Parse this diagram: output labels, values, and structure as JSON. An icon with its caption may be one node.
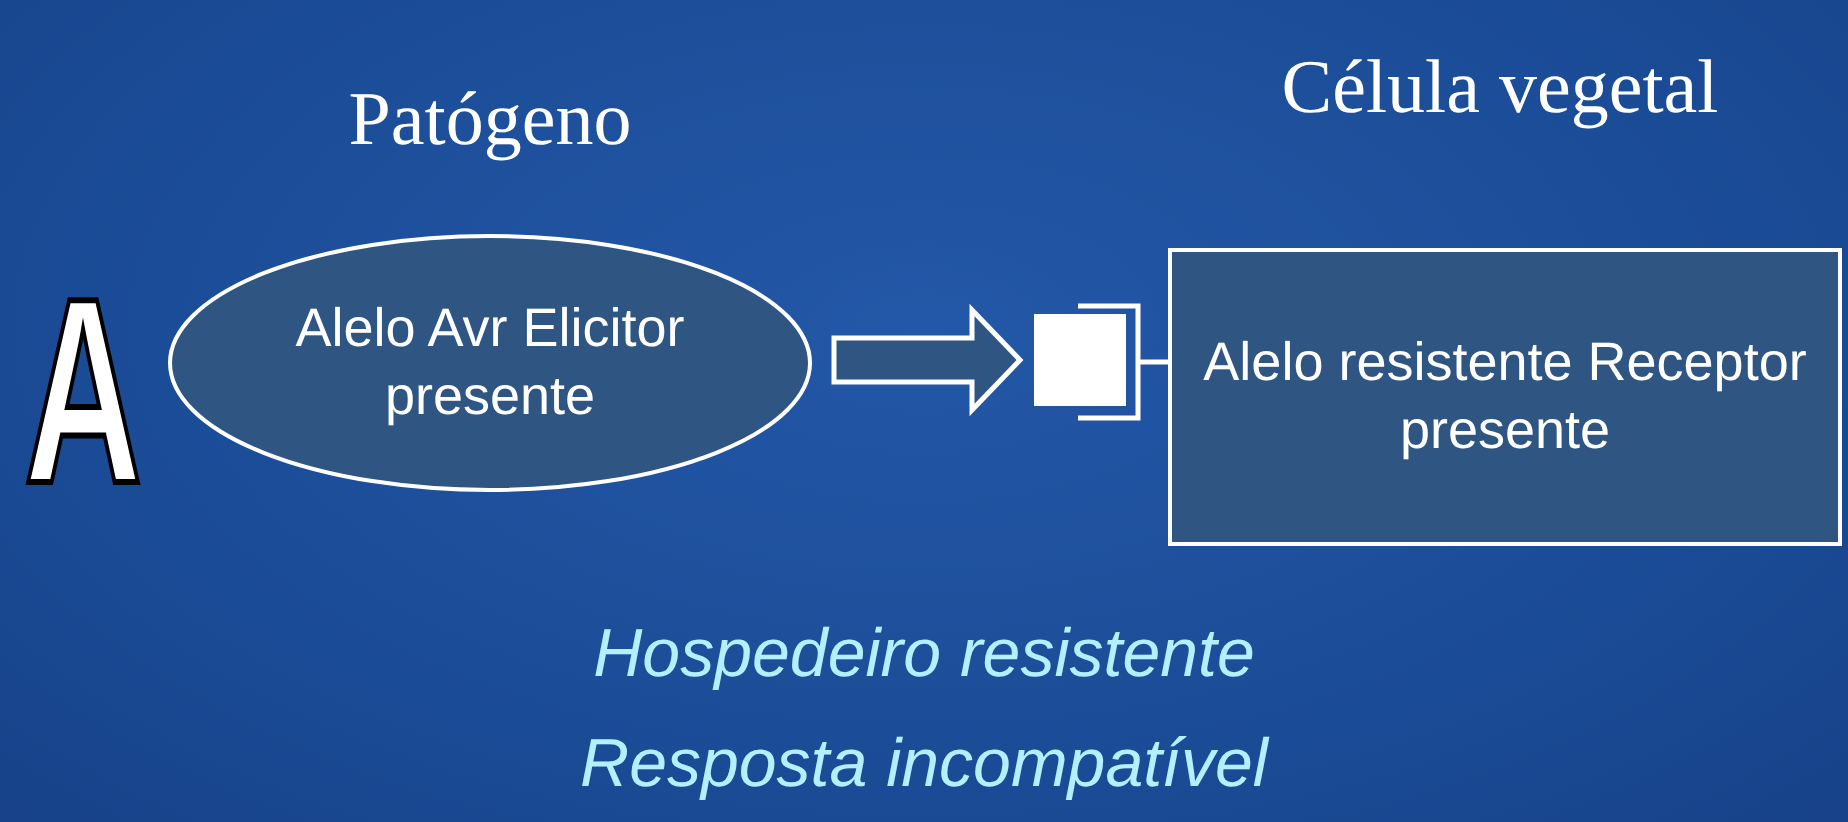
{
  "diagram": {
    "nodes": [
      {
        "text": [
          "Patógeno",
          "Alelo Avr Elicitor presente"
        ]
      },
      {
        "text": [],
        "shape": "box"
      },
      {
        "text": [
          "Célula vegetal",
          "Alelo resistente Receptor presente"
        ]
      },
      {
        "text": [],
        "shape": "bracket"
      }
    ],
    "edges": [
      {
        "from": 0,
        "to": 1,
        "arrow": "to"
      },
      {
        "from": 3,
        "to": 2,
        "arrow": "none"
      }
    ],
    "labels": [
      "A",
      "Hospedeiro resistente",
      "Resposta incompatível"
    ]
  }
}
